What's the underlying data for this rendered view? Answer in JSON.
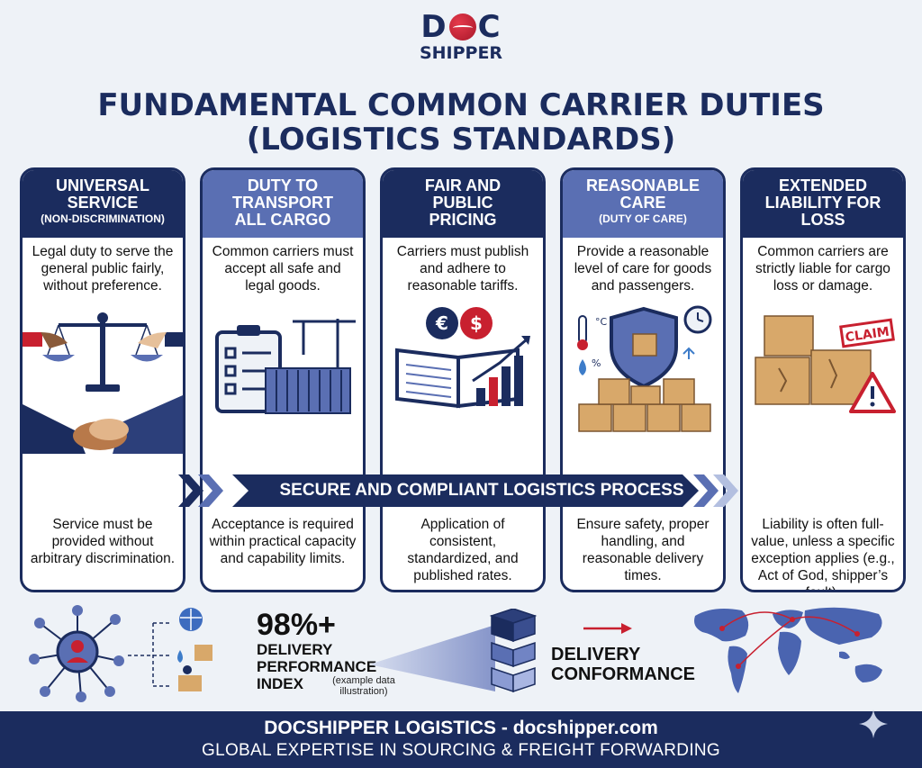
{
  "logo": {
    "line1_left": "D",
    "line1_right": "C",
    "line2": "SHIPPER"
  },
  "title": {
    "line1": "FUNDAMENTAL COMMON CARRIER DUTIES",
    "line2": "(LOGISTICS STANDARDS)"
  },
  "cards": [
    {
      "heading": [
        "UNIVERSAL",
        "SERVICE"
      ],
      "sub": "(NON-DISCRIMINATION)",
      "top_text": "Legal duty to serve the general public fairly, without preference.",
      "bottom_text": "Service must be provided without arbitrary discrimination.",
      "illustration": "scales-handshake-icon",
      "style": "dark"
    },
    {
      "heading": [
        "DUTY TO",
        "TRANSPORT",
        "ALL CARGO"
      ],
      "sub": "",
      "top_text": "Common carriers must accept all safe and legal goods.",
      "bottom_text": "Acceptance is required within practical capacity and capability limits.",
      "illustration": "clipboard-crane-container-icon",
      "style": "light"
    },
    {
      "heading": [
        "FAIR AND",
        "PUBLIC",
        "PRICING"
      ],
      "sub": "",
      "top_text": "Carriers must publish and adhere to reasonable tariffs.",
      "bottom_text": "Application of consistent, standardized, and published rates.",
      "illustration": "tariff-book-currency-icon",
      "style": "dark"
    },
    {
      "heading": [
        "REASONABLE",
        "CARE"
      ],
      "sub": "(DUTY OF CARE)",
      "top_text": "Provide a reasonable level of care for goods and passengers.",
      "bottom_text": "Ensure safety, proper handling, and reasonable delivery times.",
      "illustration": "shield-boxes-icon",
      "style": "light"
    },
    {
      "heading": [
        "EXTENDED",
        "LIABILITY FOR",
        "LOSS"
      ],
      "sub": "",
      "top_text": "Common carriers are strictly liable for cargo loss or damage.",
      "bottom_text": "Liability is often full-value, unless a specific exception applies (e.g., Act of God, shipper’s fault).",
      "illustration": "damaged-boxes-claim-icon",
      "claim_stamp": "CLAIM",
      "style": "dark"
    }
  ],
  "process_banner": "SECURE AND COMPLIANT LOGISTICS PROCESS",
  "kpi": {
    "value": "98%+",
    "label": [
      "DELIVERY",
      "PERFORMANCE",
      "INDEX"
    ],
    "note": "(example data illustration)"
  },
  "conformance": {
    "label": [
      "DELIVERY",
      "CONFORMANCE"
    ]
  },
  "icons": {
    "currency_left": "€",
    "currency_right": "$",
    "thermo_unit": "°C",
    "humidity": "%"
  },
  "footer": {
    "line1": "DOCSHIPPER LOGISTICS - docshipper.com",
    "line2": "GLOBAL EXPERTISE IN SOURCING & FREIGHT FORWARDING"
  },
  "colors": {
    "navy": "#1b2c5e",
    "slate_blue": "#5a6fb3",
    "accent_red": "#c8202f",
    "cardboard": "#d8a86a"
  }
}
